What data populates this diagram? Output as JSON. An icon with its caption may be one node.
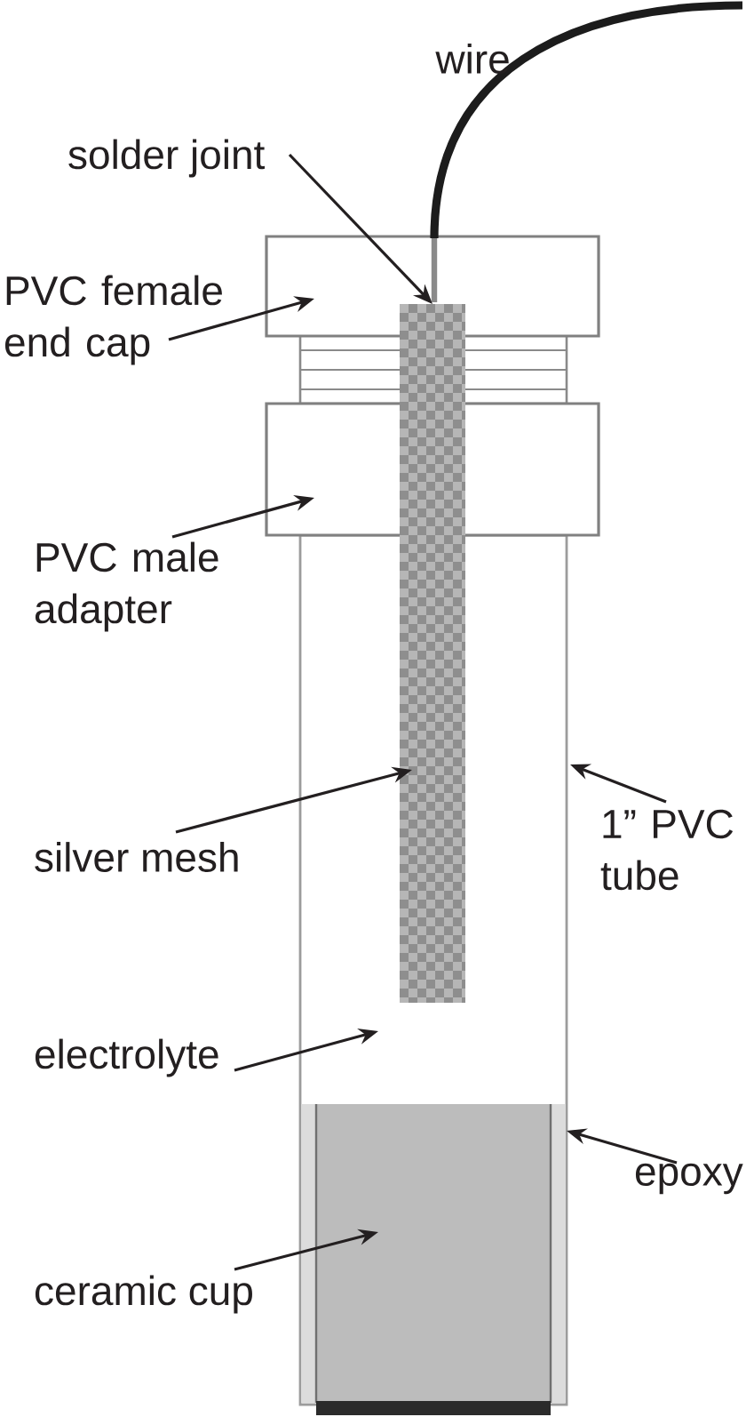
{
  "diagram": {
    "nodes": [
      {
        "text": [
          "solder joint"
        ]
      },
      {
        "text": [
          "PVC female end cap"
        ]
      },
      {
        "text": [
          "PVC male adapter"
        ]
      },
      {
        "text": [
          "silver mesh"
        ]
      },
      {
        "text": [
          "1” PVC tube"
        ]
      },
      {
        "text": [
          "electrolyte"
        ]
      },
      {
        "text": [
          "epoxy"
        ]
      },
      {
        "text": [
          "ceramic cup"
        ]
      },
      {
        "text": [],
        "shape": "box"
      },
      {
        "text": [],
        "shape": "bar"
      },
      {
        "text": [],
        "shape": "box"
      },
      {
        "text": [],
        "shape": "box"
      },
      {
        "text": [],
        "shape": "box",
        "in": 11
      },
      {
        "text": [],
        "shape": "box",
        "in": 12
      }
    ],
    "edges": [
      {
        "from": 0,
        "to": 9,
        "arrow": "to"
      },
      {
        "from": 1,
        "to": 8,
        "arrow": "to"
      },
      {
        "from": 2,
        "to": 10,
        "arrow": "to"
      },
      {
        "from": 3,
        "to": 9,
        "arrow": "to"
      },
      {
        "from": 4,
        "to": 11,
        "arrow": "to"
      },
      {
        "from": 5,
        "to": 11,
        "arrow": "to"
      },
      {
        "from": 6,
        "to": 12,
        "arrow": "to"
      },
      {
        "from": 7,
        "to": 13,
        "arrow": "to"
      }
    ],
    "labels": [
      "wire"
    ]
  }
}
